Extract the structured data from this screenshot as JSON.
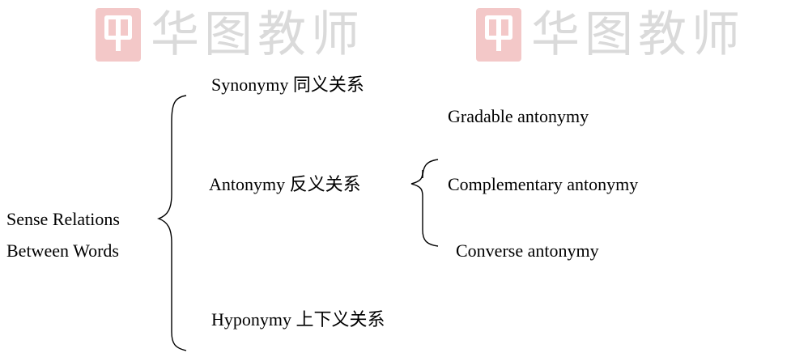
{
  "watermark": {
    "text": "华图教师"
  },
  "root": {
    "line1": "Sense Relations",
    "line2": "Between Words"
  },
  "relations": [
    {
      "label": "Synonymy 同义关系"
    },
    {
      "label": "Antonymy 反义关系"
    },
    {
      "label": "Hyponymy 上下义关系"
    }
  ],
  "antonymy_types": [
    {
      "label": "Gradable antonymy"
    },
    {
      "label": "Complementary antonymy"
    },
    {
      "label": "Converse antonymy"
    }
  ]
}
